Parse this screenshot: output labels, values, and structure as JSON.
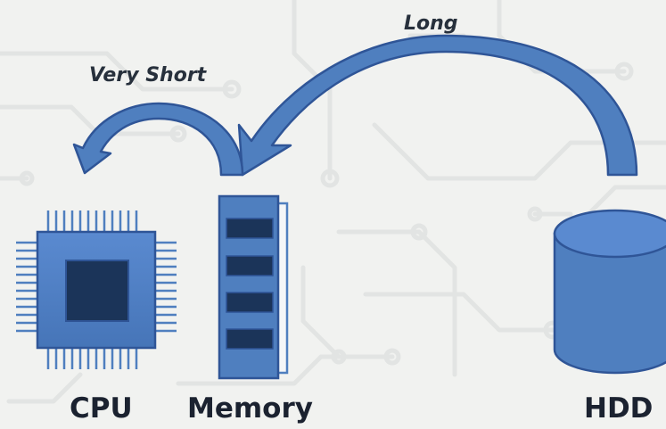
{
  "arrows": {
    "long_label": "Long",
    "short_label": "Very Short"
  },
  "components": {
    "cpu_label": "CPU",
    "memory_label": "Memory",
    "hdd_label": "HDD"
  },
  "colors": {
    "fill": "#4f7fbf",
    "stroke": "#2f5597",
    "dark": "#1b3459",
    "background": "#f1f2f0",
    "circuit": "#e3e5e4"
  }
}
